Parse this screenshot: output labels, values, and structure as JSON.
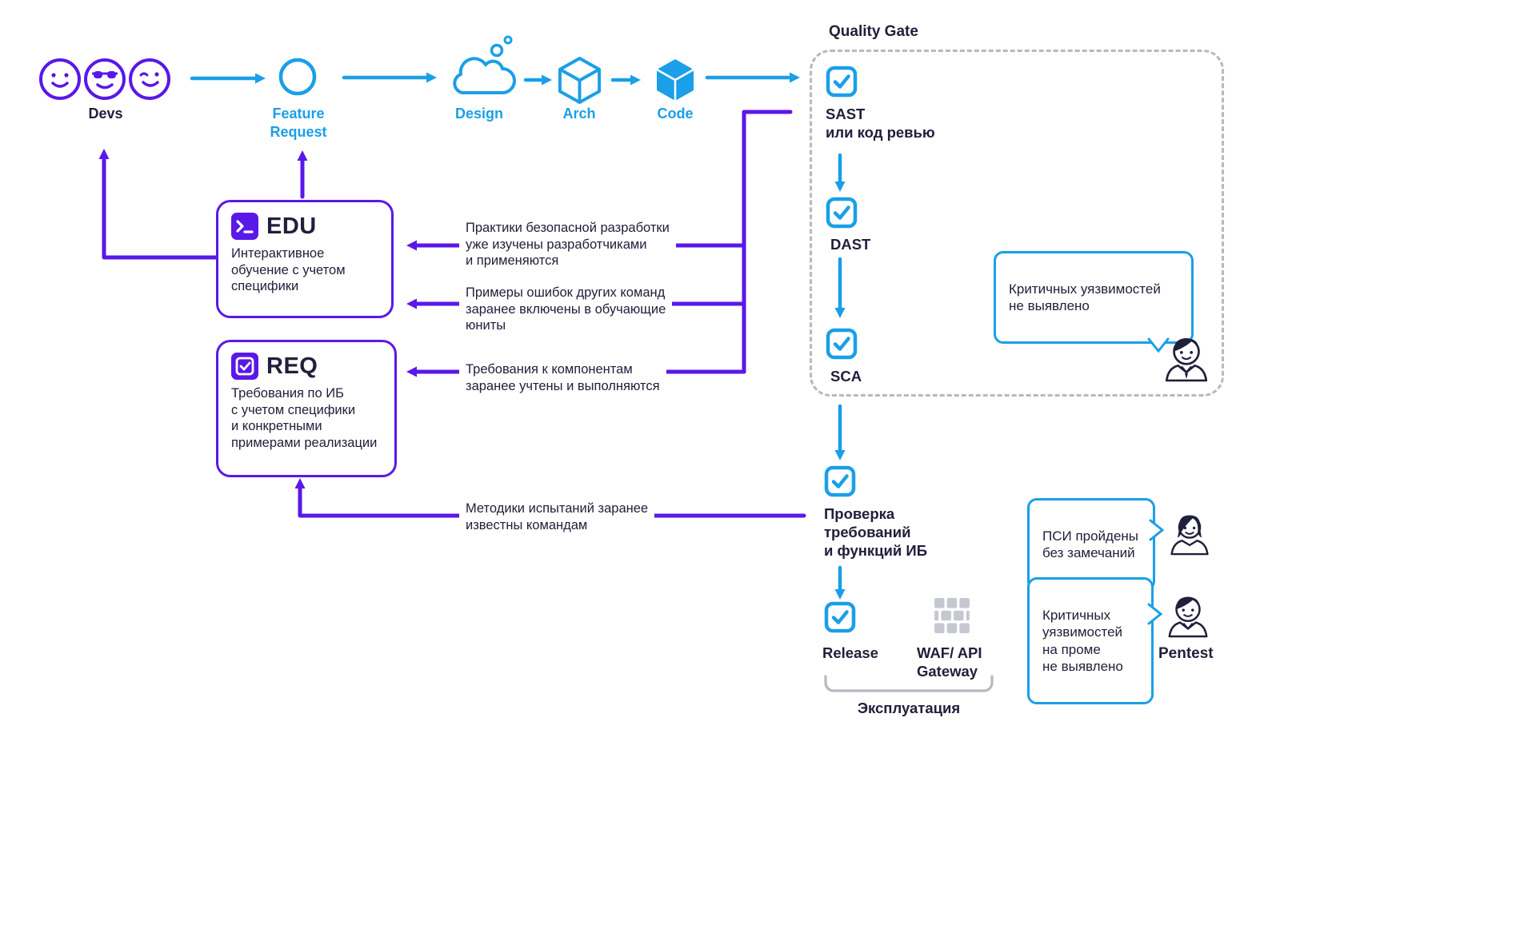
{
  "colors": {
    "blue": "#1a9fe8",
    "purple": "#5a18e8",
    "dark": "#20203c",
    "gray": "#b5b9c0",
    "icon-gray": "#c5c9cf"
  },
  "pipeline": {
    "devs": "Devs",
    "feature_request": "Feature\nRequest",
    "design": "Design",
    "arch": "Arch",
    "code": "Code"
  },
  "quality_gate": {
    "title": "Quality Gate",
    "sast": "SAST\nили код ревью",
    "dast": "DAST",
    "sca": "SCA",
    "bubble": "Критичных уязвимостей\nне выявлено"
  },
  "ops": {
    "check_ib": "Проверка\nтребований\nи функций ИБ",
    "release": "Release",
    "waf": "WAF/ API\nGateway",
    "stage": "Эксплуатация"
  },
  "edu": {
    "title": "EDU",
    "body": "Интерактивное\nобучение с учетом\nспецифики"
  },
  "req": {
    "title": "REQ",
    "body": "Требования по ИБ\nс учетом специфики\nи конкретными\nпримерами реализации"
  },
  "notes": {
    "n1": "Практики безопасной разработки\nуже изучены разработчиками\nи применяются",
    "n2": "Примеры ошибок других команд\nзаранее включены в обучающие\nюниты",
    "n3": "Требования к компонентам\nзаранее учтены и выполняются",
    "n4": "Методики испытаний заранее\nизвестны командам"
  },
  "feedback": {
    "psi": "ПСИ пройдены\nбез замечаний",
    "pentest_bubble": "Критичных\nуязвимостей\nна проме\nне выявлено",
    "pentest_label": "Pentest"
  }
}
